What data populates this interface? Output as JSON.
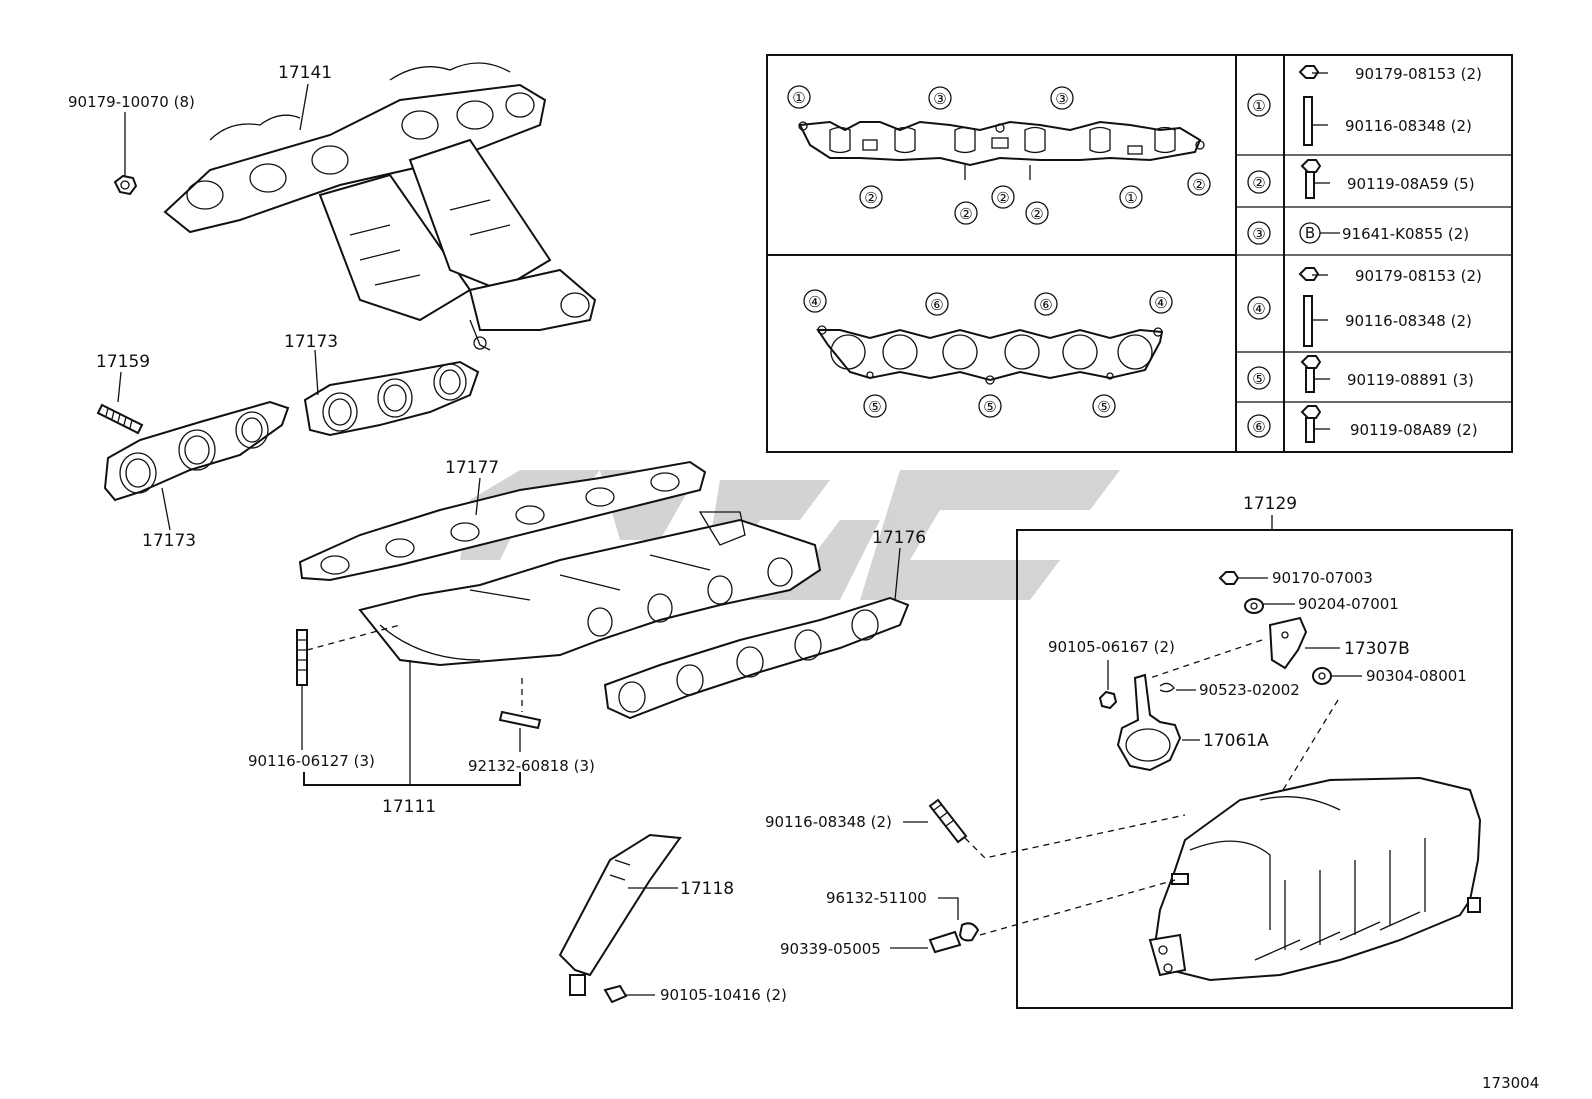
{
  "diagram_id": "173004",
  "part_labels": {
    "p17141": "17141",
    "p90179_10070": "90179-10070 (8)",
    "p17159": "17159",
    "p17173a": "17173",
    "p17173b": "17173",
    "p17177": "17177",
    "p17176": "17176",
    "p90116_06127": "90116-06127 (3)",
    "p92132_60818": "92132-60818 (3)",
    "p17111": "17111",
    "p17118": "17118",
    "p90105_10416": "90105-10416 (2)",
    "p17129": "17129",
    "p90170_07003": "90170-07003",
    "p90204_07001": "90204-07001",
    "p90105_06167": "90105-06167 (2)",
    "p17307B": "17307B",
    "p90523_02002": "90523-02002",
    "p90304_08001": "90304-08001",
    "p17061A": "17061A",
    "p90116_08348": "90116-08348 (2)",
    "p96132_51100": "96132-51100",
    "p90339_05005": "90339-05005"
  },
  "legend": [
    {
      "key": "①",
      "items": [
        "90179-08153 (2)",
        "90116-08348 (2)"
      ]
    },
    {
      "key": "②",
      "items": [
        "90119-08A59 (5)"
      ]
    },
    {
      "key": "③",
      "items": [
        "91641-K0855 (2)"
      ]
    },
    {
      "key": "④",
      "items": [
        "90179-08153 (2)",
        "90116-08348 (2)"
      ]
    },
    {
      "key": "⑤",
      "items": [
        "90119-08891 (3)"
      ]
    },
    {
      "key": "⑥",
      "items": [
        "90119-08A89 (2)"
      ]
    }
  ],
  "bolt_icon_letter": "B",
  "gasket_top_markers": [
    "①",
    "③",
    "③",
    "②",
    "②",
    "②",
    "②",
    "①",
    "②"
  ],
  "gasket_bottom_markers": [
    "④",
    "⑥",
    "⑥",
    "④",
    "⑤",
    "⑤",
    "⑤"
  ]
}
